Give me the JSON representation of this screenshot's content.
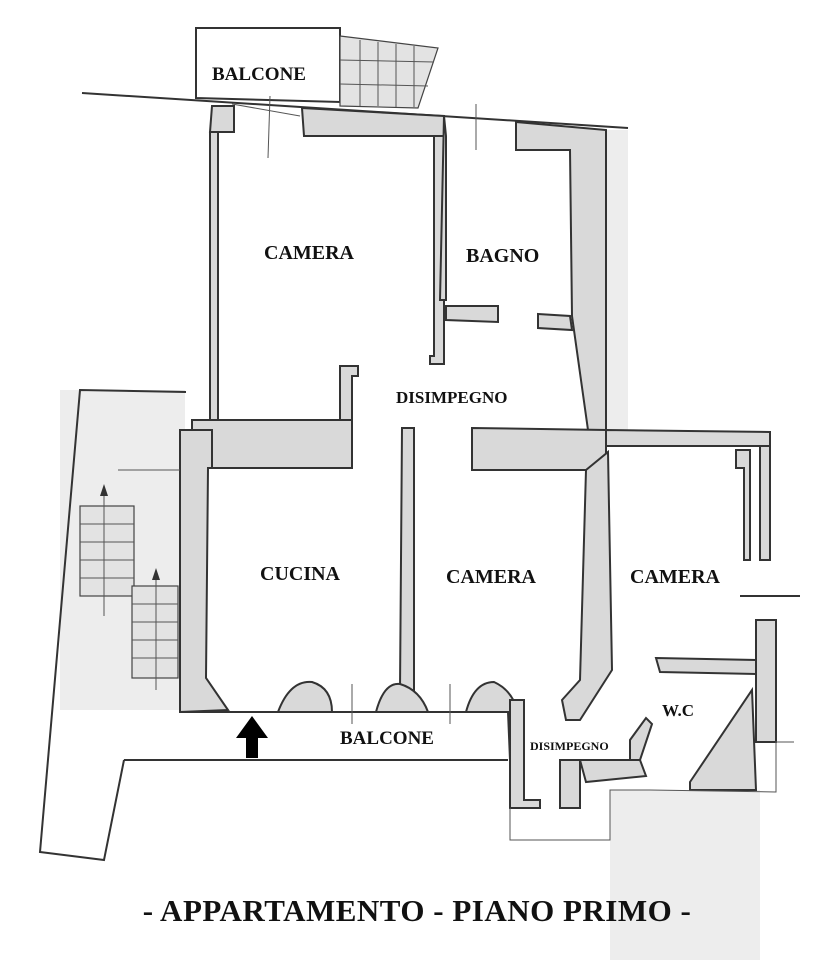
{
  "plan": {
    "title": "- APPARTAMENTO - PIANO PRIMO -",
    "rooms": {
      "balcone_top": "BALCONE",
      "camera_top": "CAMERA",
      "bagno": "BAGNO",
      "disimpegno_main": "DISIMPEGNO",
      "cucina": "CUCINA",
      "camera_center": "CAMERA",
      "camera_right": "CAMERA",
      "wc": "W.C",
      "balcone_bottom": "BALCONE",
      "disimpegno_small": "DISIMPEGNO"
    },
    "icons": {
      "entrance": "entrance-arrow-icon",
      "stairs": "staircase-icon"
    },
    "colors": {
      "wall_fill": "#d9d9d9",
      "line": "#333333"
    }
  }
}
